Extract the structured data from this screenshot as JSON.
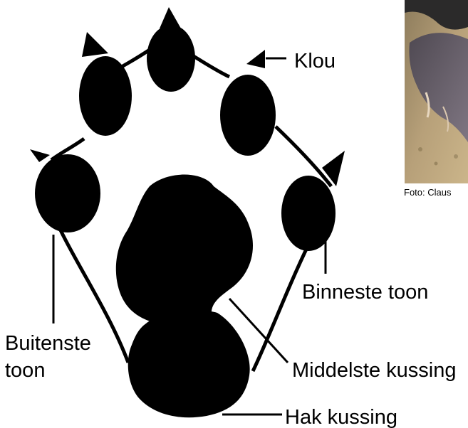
{
  "labels": {
    "claw": "Klou",
    "inner_toe": "Binneste toon",
    "outer_toe_line1": "Buitenste",
    "outer_toe_line2": "toon",
    "middle_pad": "Middelste kussing",
    "heel_pad": "Hak kussing"
  },
  "photo": {
    "credit": "Foto: Claus"
  },
  "colors": {
    "ink": "#000000",
    "paper": "#ffffff"
  }
}
